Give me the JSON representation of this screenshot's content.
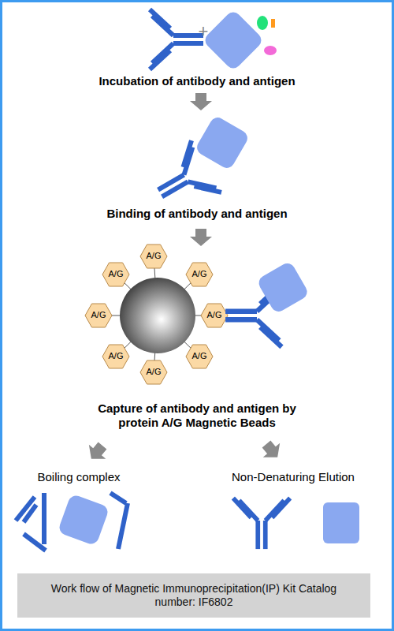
{
  "diagram": {
    "nodes": [
      {
        "text": [
          "Work flow of Magnetic Immunoprecipitation(IP) Kit Catalog number: IF6802"
        ]
      }
    ],
    "labels": [
      "+",
      "Incubation of antibody and antigen",
      "Binding of antibody and antigen",
      "Capture of antibody and antigen by protein A/G Magnetic Beads",
      "A/G",
      "A/G",
      "A/G",
      "A/G",
      "A/G",
      "A/G",
      "A/G",
      "A/G",
      "Boiling complex",
      "Non-Denaturing Elution"
    ]
  }
}
